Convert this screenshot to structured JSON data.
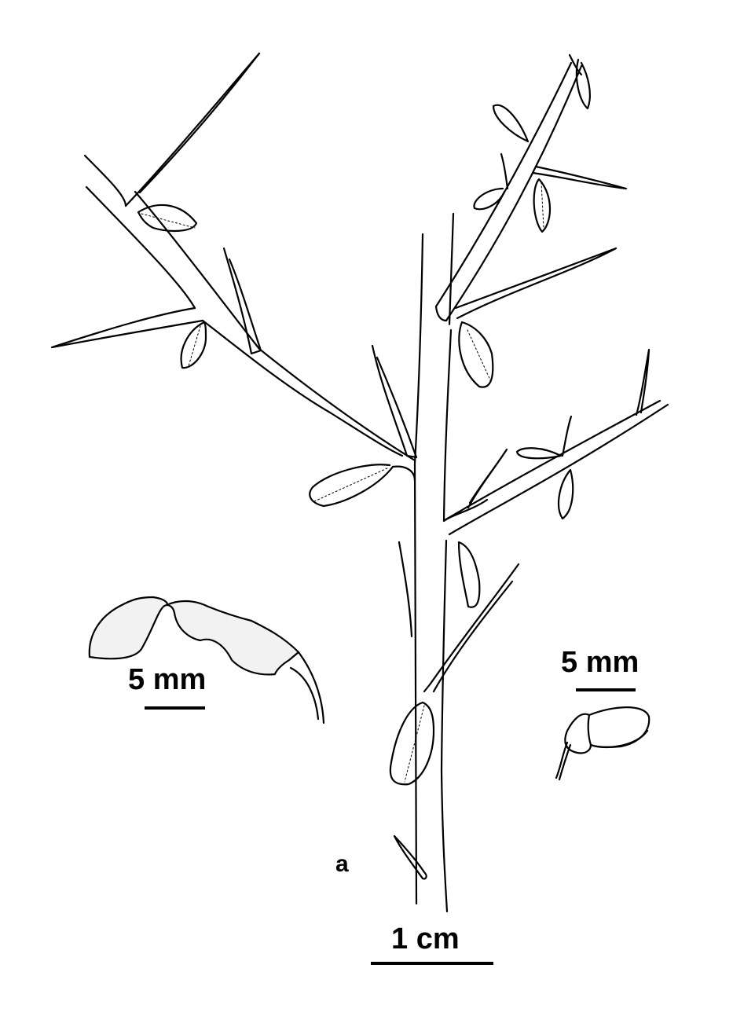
{
  "figure": {
    "panel_label": "a",
    "subject": "spiny branched shoot with small leaves, pod and flower details"
  },
  "scale_bars": {
    "pod": {
      "label": "5 mm"
    },
    "flower": {
      "label": "5 mm"
    },
    "stem": {
      "label": "1 cm"
    }
  },
  "colors": {
    "ink": "#000000",
    "background": "#ffffff"
  }
}
